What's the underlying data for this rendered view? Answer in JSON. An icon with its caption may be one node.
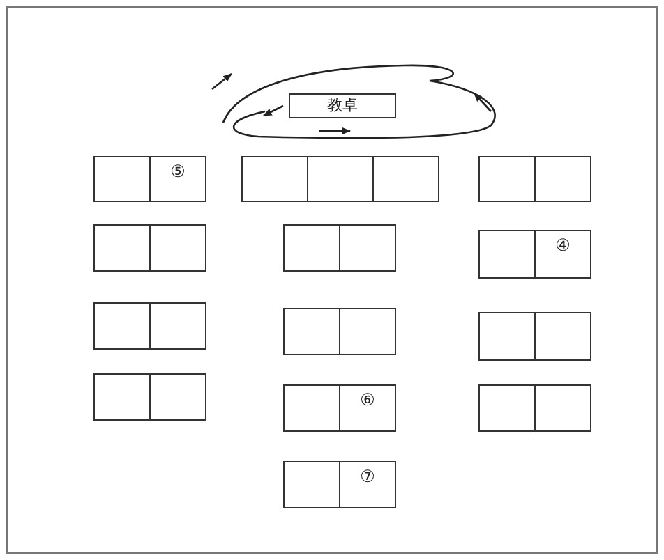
{
  "diagram": {
    "nodes": [
      {
        "text": [
          "教卓"
        ]
      },
      {
        "text": [],
        "shape": "box"
      },
      {
        "text": [
          "⑤"
        ]
      },
      {
        "text": [],
        "shape": "box"
      },
      {
        "text": [],
        "shape": "box"
      },
      {
        "text": [],
        "shape": "box"
      },
      {
        "text": [],
        "shape": "box"
      },
      {
        "text": [],
        "shape": "box"
      },
      {
        "text": [],
        "shape": "box"
      },
      {
        "text": [],
        "shape": "box"
      },
      {
        "text": [],
        "shape": "box"
      },
      {
        "text": [],
        "shape": "box"
      },
      {
        "text": [],
        "shape": "box"
      },
      {
        "text": [
          "④"
        ]
      },
      {
        "text": [],
        "shape": "box"
      },
      {
        "text": [],
        "shape": "box"
      },
      {
        "text": [],
        "shape": "box"
      },
      {
        "text": [],
        "shape": "box"
      },
      {
        "text": [],
        "shape": "box"
      },
      {
        "text": [],
        "shape": "box"
      },
      {
        "text": [],
        "shape": "box"
      },
      {
        "text": [],
        "shape": "box"
      },
      {
        "text": [],
        "shape": "box"
      },
      {
        "text": [
          "⑥"
        ]
      },
      {
        "text": [],
        "shape": "box"
      },
      {
        "text": [],
        "shape": "box"
      },
      {
        "text": [],
        "shape": "box"
      },
      {
        "text": [
          "⑦"
        ]
      }
    ]
  }
}
